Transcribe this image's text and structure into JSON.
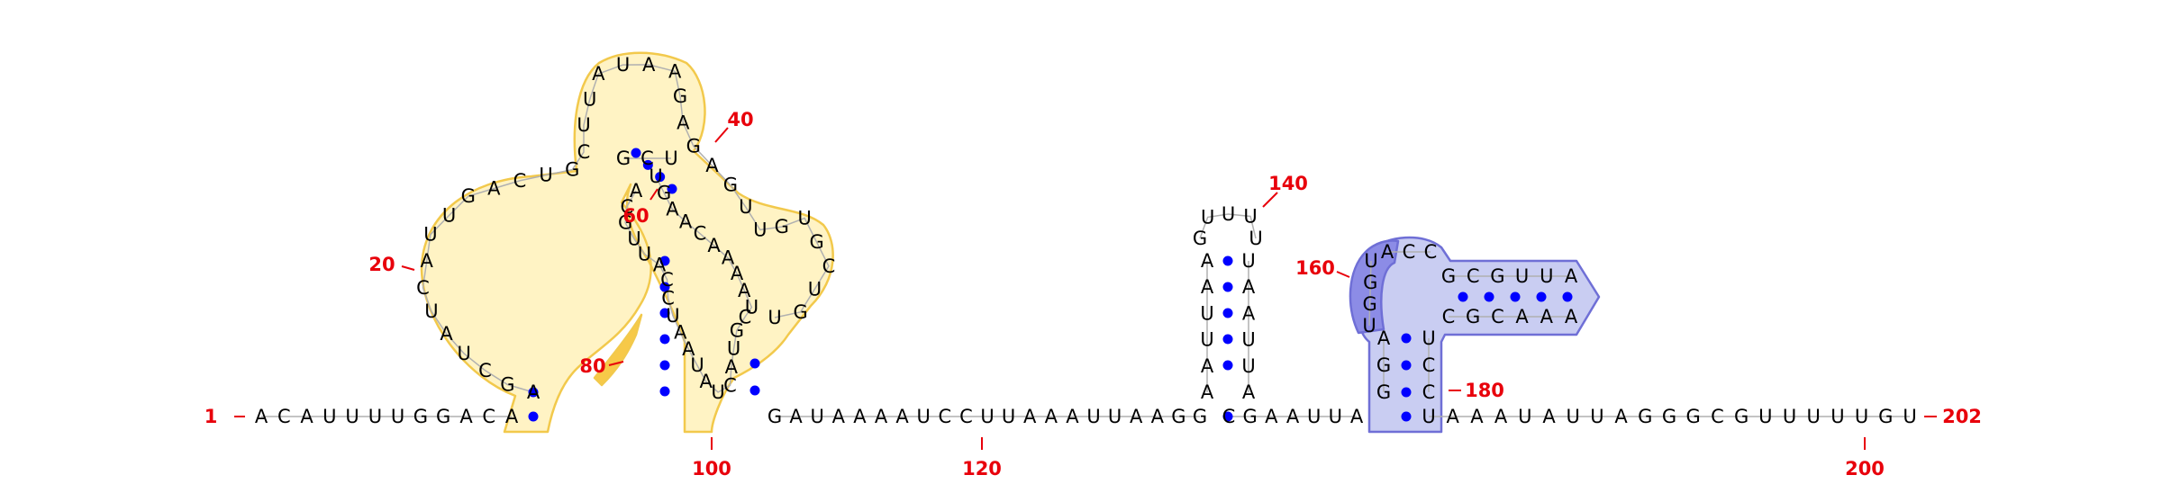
{
  "diagram": {
    "type": "rna-secondary-structure",
    "sequence_length": 202,
    "colors": {
      "nucleotide_text": "#000000",
      "backbone": "#b0b0b0",
      "base_pair": "#0000ff",
      "position_label": "#e8000b",
      "highlight_yellow_fill": "#fff3c4",
      "highlight_yellow_stroke": "#f2c94c",
      "highlight_yellow_strong": "#f7c948",
      "highlight_blue_fill": "#c9cdf2",
      "highlight_blue_stroke": "#6f6fd6",
      "highlight_blue_strong": "#8c8ce6"
    },
    "segments": {
      "exterior_5p": "ACAUUUUGGACA",
      "multi_left_arm": "AGCUAUCAUUGACUGCUUAUAAGAGAGUUGUGCUGU",
      "hairpin_40_top": "GCU",
      "inner_strand": "UGAACAAAAUCGUACUAUAAUCCAUUGCA",
      "exterior_mid_1": "GAUAAAAUCCUUAAAUUAAGG",
      "hairpin_140_left": "AAUUAA",
      "hairpin_140_loop": "GUUUU",
      "hairpin_140_right": "UAAUUA",
      "exterior_mid_2": "CGAAUUA",
      "hairpin_160_stem_5p": "AGG",
      "hairpin_160_loop_left": "UGGU",
      "hairpin_160_loop_top": "ACC",
      "hairpin_160_helix_top": "GCGUUA",
      "hairpin_160_helix_bottom": "CGCAAA",
      "hairpin_160_stem_3p": "UCC",
      "exterior_3p": "UAAAUAUUAGGGCGUUUUUGU"
    },
    "position_labels": [
      "1",
      "20",
      "40",
      "60",
      "80",
      "100",
      "120",
      "140",
      "160",
      "180",
      "200",
      "202"
    ]
  }
}
